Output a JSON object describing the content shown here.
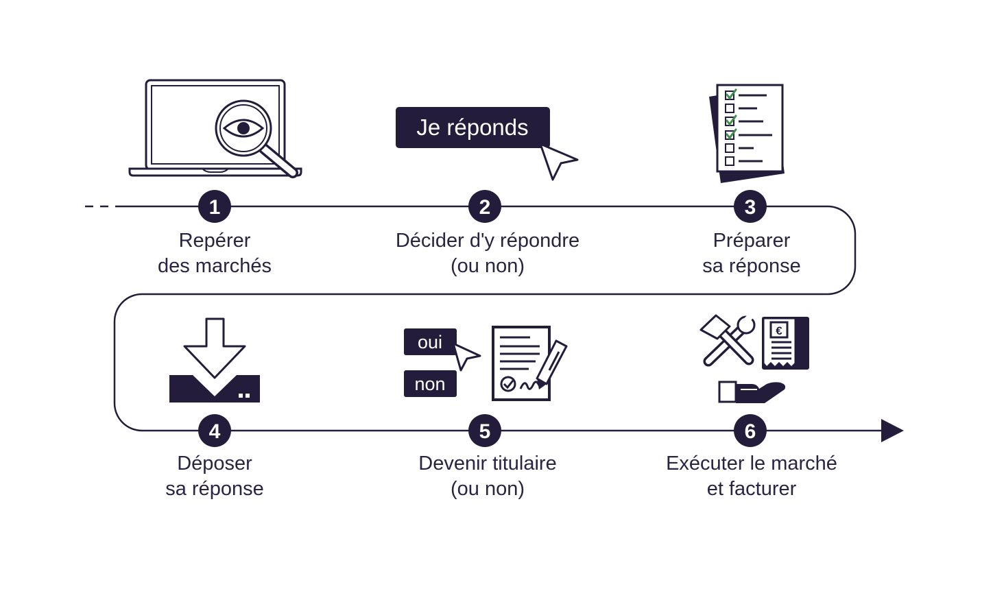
{
  "colors": {
    "ink": "#231c3a",
    "background": "#ffffff"
  },
  "steps": [
    {
      "number": "1",
      "label_line1": "Repérer",
      "label_line2": "des marchés",
      "icon": "laptop-search-icon"
    },
    {
      "number": "2",
      "label_line1": "Décider d'y répondre",
      "label_line2": "(ou non)",
      "icon": "reply-button-cursor-icon"
    },
    {
      "number": "3",
      "label_line1": "Préparer",
      "label_line2": "sa réponse",
      "icon": "checklist-icon"
    },
    {
      "number": "4",
      "label_line1": "Déposer",
      "label_line2": "sa réponse",
      "icon": "upload-tray-icon"
    },
    {
      "number": "5",
      "label_line1": "Devenir titulaire",
      "label_line2": "(ou non)",
      "icon": "signed-contract-icon"
    },
    {
      "number": "6",
      "label_line1": "Exécuter le marché",
      "label_line2": "et facturer",
      "icon": "tools-invoice-hand-icon"
    }
  ],
  "icons": {
    "reply_button_text": "Je réponds",
    "oui_text": "oui",
    "non_text": "non",
    "euro_symbol": "€"
  }
}
